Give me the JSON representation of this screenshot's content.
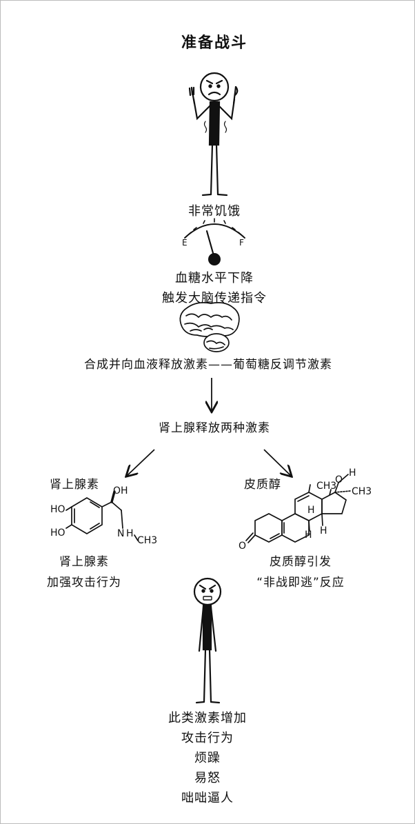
{
  "title": "准备战斗",
  "step_hungry": "非常饥饿",
  "gauge": {
    "empty": "E",
    "full": "F"
  },
  "step_blood_sugar": [
    "血糖水平下降",
    "触发大脑传递指令"
  ],
  "step_glucagon": "合成并向血液释放激素——葡萄糖反调节激素",
  "step_adrenal": "肾上腺释放两种激素",
  "adrenaline": {
    "label": "肾上腺素",
    "atoms": {
      "oh_top": "OH",
      "ho1": "HO",
      "ho2": "HO",
      "nh": "N",
      "nh_h": "H",
      "ch3": "CH3"
    },
    "effect": [
      "肾上腺素",
      "加强攻击行为"
    ]
  },
  "cortisol": {
    "label": "皮质醇",
    "atoms": {
      "ch3_left": "CH3",
      "o": "O",
      "h_oh": "H",
      "ch3_right": "CH3",
      "h1": "H",
      "h2": "H",
      "h3": "H",
      "keto_o": "O"
    },
    "effect": [
      "皮质醇引发",
      "“非战即逃”反应"
    ]
  },
  "result": [
    "此类激素增加",
    "攻击行为",
    "烦躁",
    "易怒",
    "咄咄逼人"
  ]
}
